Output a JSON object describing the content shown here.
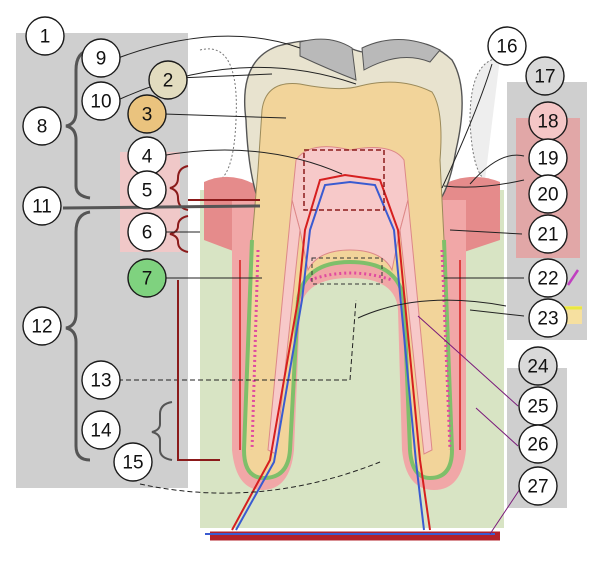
{
  "labels": [
    {
      "id": "1",
      "text": "1",
      "fill": "#ffffff"
    },
    {
      "id": "2",
      "text": "2",
      "fill": "#e2dcbf"
    },
    {
      "id": "3",
      "text": "3",
      "fill": "#eac37e"
    },
    {
      "id": "4",
      "text": "4",
      "fill": "#ffffff"
    },
    {
      "id": "5",
      "text": "5",
      "fill": "#ffffff"
    },
    {
      "id": "6",
      "text": "6",
      "fill": "#ffffff"
    },
    {
      "id": "7",
      "text": "7",
      "fill": "#7fd27f"
    },
    {
      "id": "8",
      "text": "8",
      "fill": "#ffffff"
    },
    {
      "id": "9",
      "text": "9",
      "fill": "#ffffff"
    },
    {
      "id": "10",
      "text": "10",
      "fill": "#ffffff"
    },
    {
      "id": "11",
      "text": "11",
      "fill": "#ffffff"
    },
    {
      "id": "12",
      "text": "12",
      "fill": "#ffffff"
    },
    {
      "id": "13",
      "text": "13",
      "fill": "#ffffff"
    },
    {
      "id": "14",
      "text": "14",
      "fill": "#ffffff"
    },
    {
      "id": "15",
      "text": "15",
      "fill": "#ffffff"
    },
    {
      "id": "16",
      "text": "16",
      "fill": "#ffffff"
    },
    {
      "id": "17",
      "text": "17",
      "fill": "#d9d9d9"
    },
    {
      "id": "18",
      "text": "18",
      "fill": "#f4c6c6"
    },
    {
      "id": "19",
      "text": "19",
      "fill": "#ffffff"
    },
    {
      "id": "20",
      "text": "20",
      "fill": "#ffffff"
    },
    {
      "id": "21",
      "text": "21",
      "fill": "#ffffff"
    },
    {
      "id": "22",
      "text": "22",
      "fill": "#ffffff"
    },
    {
      "id": "23",
      "text": "23",
      "fill": "#ffffff"
    },
    {
      "id": "24",
      "text": "24",
      "fill": "#d9d9d9"
    },
    {
      "id": "25",
      "text": "25",
      "fill": "#ffffff"
    },
    {
      "id": "26",
      "text": "26",
      "fill": "#ffffff"
    },
    {
      "id": "27",
      "text": "27",
      "fill": "#ffffff"
    }
  ],
  "colors": {
    "panel_gray": "#cfcfcf",
    "enamel": "#e8e3cf",
    "dentin": "#f2d49a",
    "pulp": "#f7c9c9",
    "bone": "#d8e4c4",
    "gum": "#e58b8b",
    "artery": "#d61f1f",
    "vein": "#3a5bd1",
    "cementum": "#8fcf7a"
  }
}
